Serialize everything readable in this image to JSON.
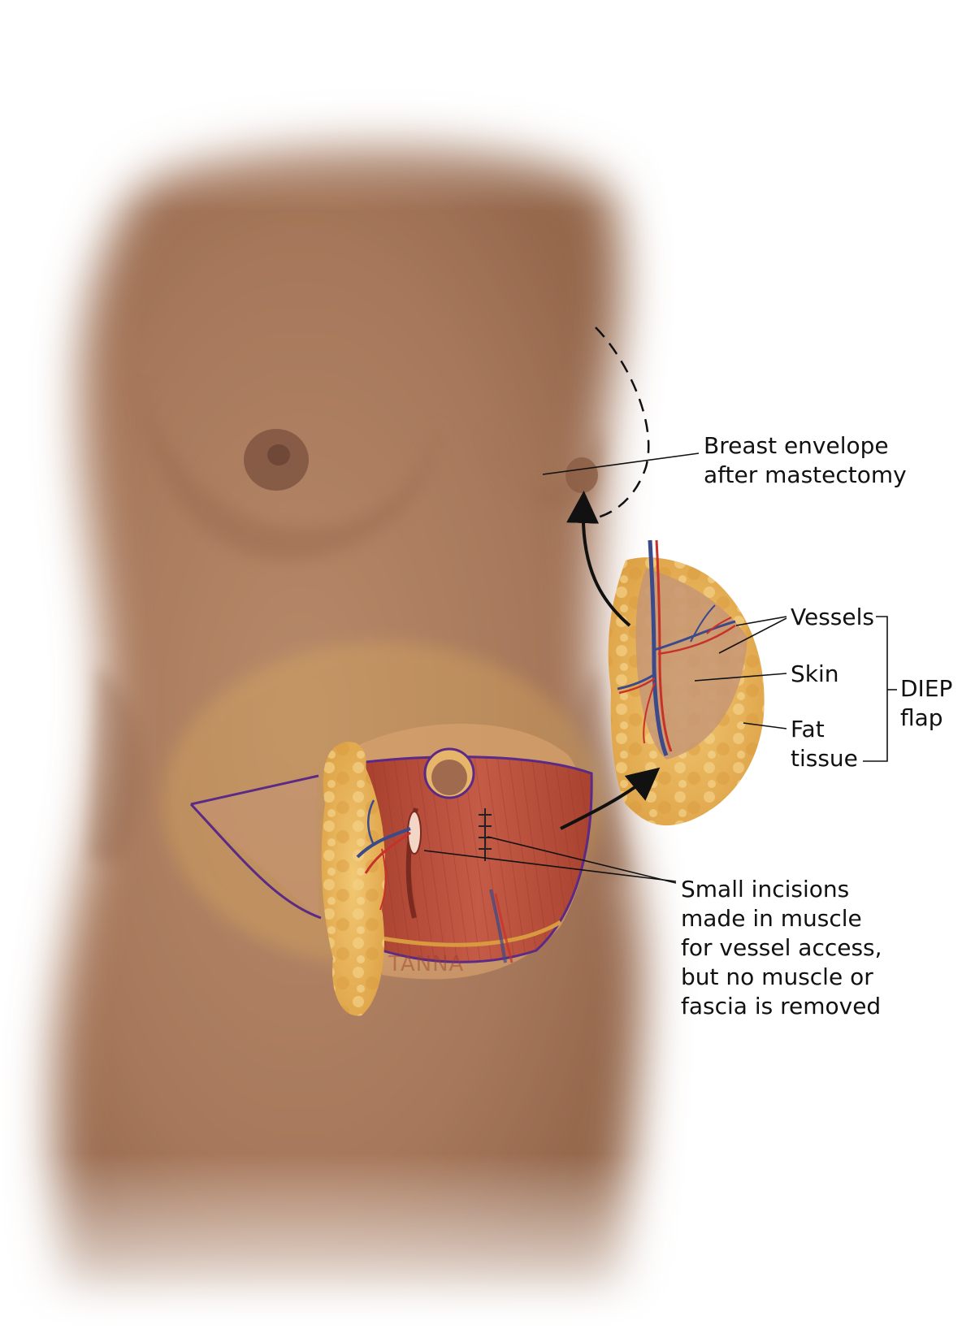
{
  "labels": {
    "breast_envelope": [
      "Breast envelope",
      "after mastectomy"
    ],
    "vessels": "Vessels",
    "skin": "Skin",
    "fat_tissue": [
      "Fat",
      "tissue"
    ],
    "diep_flap": [
      "DIEP",
      "flap"
    ],
    "small_incisions": [
      "Small incisions",
      "made in muscle",
      "for vessel access,",
      "but no muscle or",
      "fascia is removed"
    ]
  },
  "watermark": "TANNA",
  "colors": {
    "skin": "#a8795a",
    "skin_shadow": "#8a5e43",
    "fat": "#e9b75a",
    "muscle": "#b8503f",
    "outline": "#5b2a86",
    "artery": "#c8302a",
    "vein": "#3a4a8a",
    "text": "#111111"
  }
}
